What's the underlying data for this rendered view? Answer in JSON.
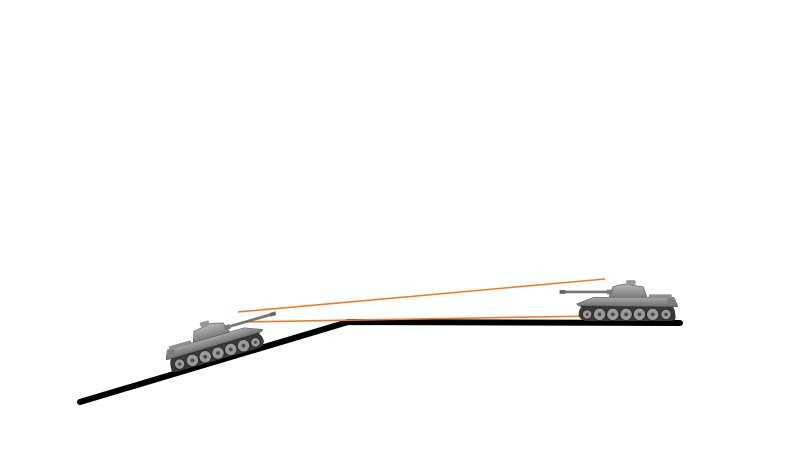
{
  "diagram": {
    "ground_color": "#000000",
    "sightline_color": "#f07c28",
    "background_color": "#ffffff",
    "vehicles": [
      {
        "icon": "tank-icon",
        "terrain": "slope",
        "facing": "right"
      },
      {
        "icon": "tank-icon",
        "terrain": "flat",
        "facing": "left"
      }
    ]
  }
}
